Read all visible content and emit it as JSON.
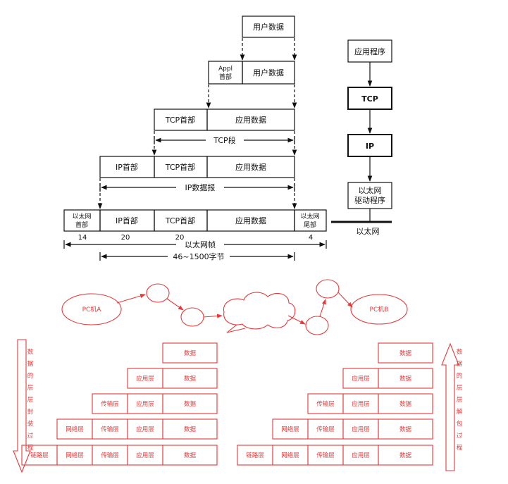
{
  "colors": {
    "ink": "#111111",
    "red": "#e43a3a",
    "paper": "#ffffff"
  },
  "encap": {
    "user_data": "用户数据",
    "appl_header": [
      "Appl",
      "首部"
    ],
    "tcp_header": "TCP首部",
    "app_data": "应用数据",
    "tcp_segment": "TCP段",
    "ip_header": "IP首部",
    "ip_datagram": "IP数据报",
    "eth_header": [
      "以太网",
      "首部"
    ],
    "eth_trailer": [
      "以太网",
      "尾部"
    ],
    "sizes": {
      "eth_header": "14",
      "ip_header": "20",
      "tcp_header": "20",
      "eth_trailer": "4"
    },
    "eth_frame": "以太网帧",
    "payload_range": "46~1500字节"
  },
  "stack": {
    "app": "应用程序",
    "tcp": "TCP",
    "ip": "IP",
    "driver": [
      "以太网",
      "驱动程序"
    ],
    "ethernet": "以太网"
  },
  "network": {
    "pc_a": "PC机A",
    "pc_b": "PC机B"
  },
  "layers": {
    "data": "数据",
    "app": "应用层",
    "transport": "传输层",
    "network": "网络层",
    "link": "链路层",
    "encap_caption": "数据的层层封装过程",
    "decap_caption": "数据的层层解包过程"
  }
}
